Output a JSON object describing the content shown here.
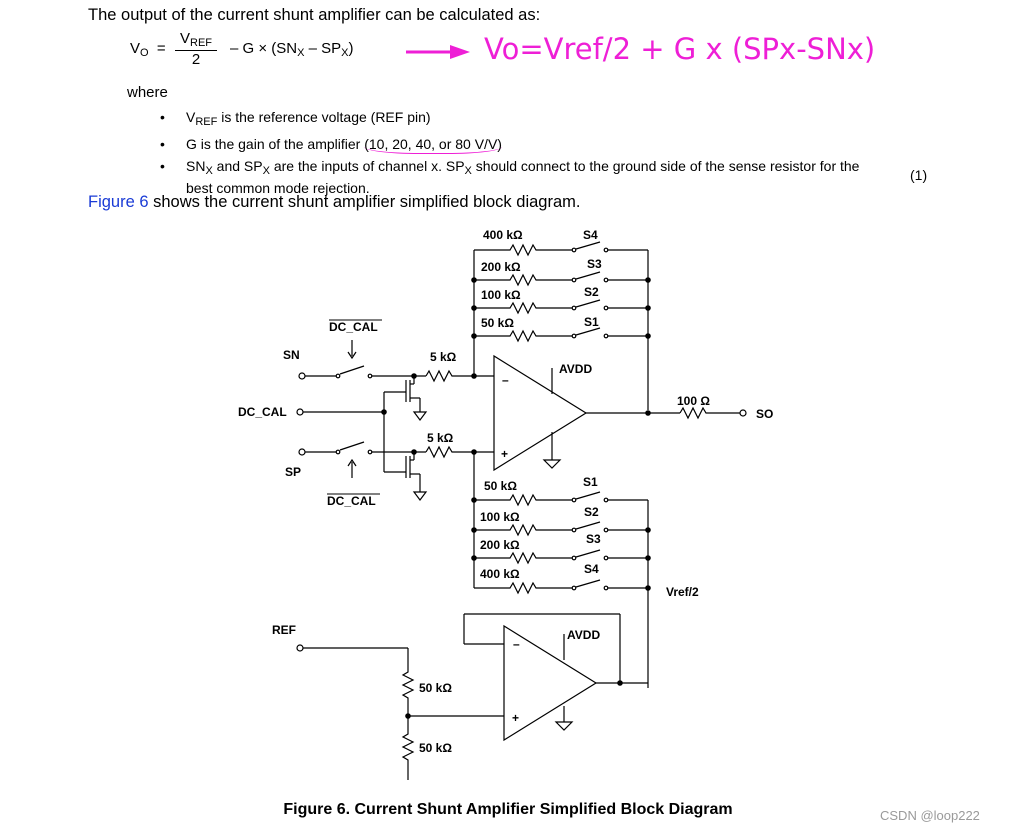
{
  "intro_text": "The output of the current shunt amplifier can be calculated as:",
  "equation": {
    "lhs": "V",
    "lhs_sub": "O",
    "equals": "=",
    "numerator": "V",
    "numerator_sub": "REF",
    "denominator": "2",
    "rest_1": "– G × (SN",
    "rest_sub_1": "X",
    "rest_2": " – SP",
    "rest_sub_2": "X",
    "rest_3": ")"
  },
  "annotation": {
    "text": "Vo=Vref/2 + G x (SPx-SNx)",
    "color": "#ee1fd6"
  },
  "where_label": "where",
  "bullets": {
    "b1": {
      "v": "V",
      "sub": "REF",
      "text": " is the reference voltage (REF pin)"
    },
    "b2": {
      "text": "G is the gain of the amplifier ",
      "gains": "(10, 20, 40, or 80 V/V)"
    },
    "b3": {
      "sn": "SN",
      "sn_sub": "X",
      "mid": " and SP",
      "sp_sub": "X",
      "text1": " are the inputs of channel x. SP",
      "sp2_sub": "X",
      "text2": " should connect to the ground side of the sense resistor for the",
      "line2": "best common mode rejection."
    }
  },
  "equation_number": "(1)",
  "figure_ref": {
    "link": "Figure 6",
    "text": " shows the current shunt amplifier simplified block diagram."
  },
  "diagram": {
    "labels": {
      "sn": "SN",
      "dc_cal": "DC_CAL",
      "sp": "SP",
      "dc_cal_bar_top": "DC_CAL",
      "dc_cal_bar_bottom": "DC_CAL",
      "r_in_top": "5 kΩ",
      "r_in_bottom": "5 kΩ",
      "avdd_top": "AVDD",
      "avdd_bottom": "AVDD",
      "r_out": "100 Ω",
      "so": "SO",
      "vref2": "Vref/2",
      "ref": "REF",
      "r_div_top": "50 kΩ",
      "r_div_bottom": "50 kΩ",
      "minus_top": "–",
      "plus_top": "+",
      "minus_bottom": "–",
      "plus_bottom": "+"
    },
    "top_ladder": [
      {
        "r": "400 kΩ",
        "s": "S4"
      },
      {
        "r": "200 kΩ",
        "s": "S3"
      },
      {
        "r": "100 kΩ",
        "s": "S2"
      },
      {
        "r": "50 kΩ",
        "s": "S1"
      }
    ],
    "bottom_ladder": [
      {
        "r": "50 kΩ",
        "s": "S1"
      },
      {
        "r": "100 kΩ",
        "s": "S2"
      },
      {
        "r": "200 kΩ",
        "s": "S3"
      },
      {
        "r": "400 kΩ",
        "s": "S4"
      }
    ]
  },
  "figure_caption": "Figure 6.  Current Shunt Amplifier Simplified Block Diagram",
  "watermark": "CSDN @loop222"
}
